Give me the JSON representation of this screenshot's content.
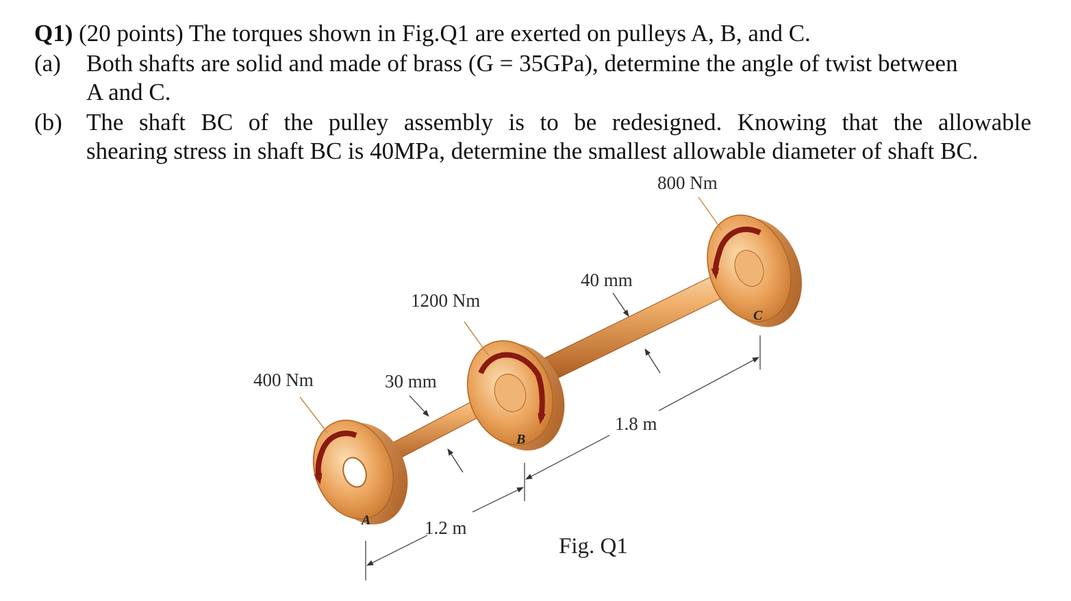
{
  "question": {
    "number": "Q1)",
    "intro": "(20 points) The torques shown in Fig.Q1 are exerted on pulleys A, B, and C.",
    "part_a": {
      "marker": "(a)",
      "line1": "Both shafts are solid and made of brass (G = 35GPa), determine the angle of twist between",
      "line2": "A and C."
    },
    "part_b": {
      "marker": "(b)",
      "line1": "The shaft BC of the pulley assembly is to be redesigned. Knowing that the allowable",
      "line2": "shearing stress in shaft BC is 40MPa, determine the smallest allowable diameter of shaft BC."
    }
  },
  "figure": {
    "caption": "Fig. Q1",
    "torque_A": "400 Nm",
    "torque_B": "1200 Nm",
    "torque_C": "800 Nm",
    "diameter_AB": "30 mm",
    "diameter_BC": "40 mm",
    "length_AB": "1.2 m",
    "length_BC": "1.8 m",
    "pulley_A": "A",
    "pulley_B": "B",
    "pulley_C": "C",
    "colors": {
      "brass_light": "#f2bf86",
      "brass_mid": "#d98a3e",
      "brass_dark": "#a85a1c",
      "arrow": "#8a1a10"
    }
  }
}
